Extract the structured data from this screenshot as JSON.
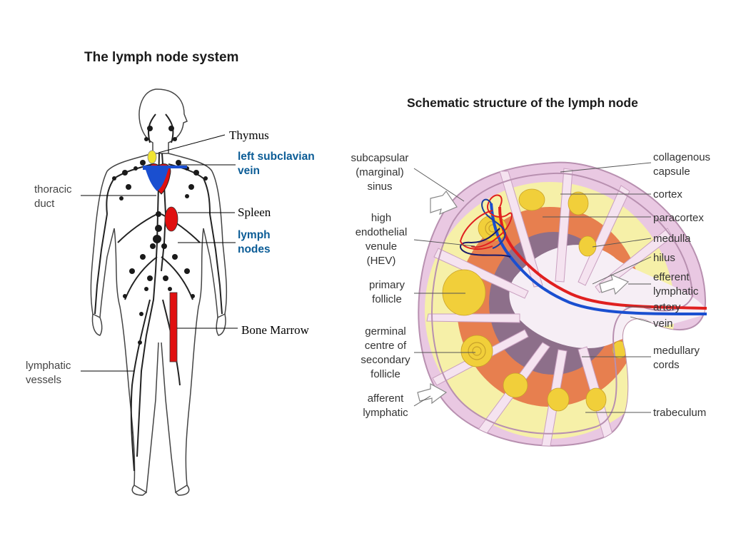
{
  "left_panel": {
    "title": "The lymph node system",
    "labels": {
      "thymus": "Thymus",
      "left_subclavian_vein": "left subclavian\nvein",
      "thoracic_duct": "thoracic\nduct",
      "spleen": "Spleen",
      "lymph_nodes": "lymph\nnodes",
      "bone_marrow": "Bone Marrow",
      "lymphatic_vessels": "lymphatic\nvessels"
    }
  },
  "right_panel": {
    "title": "Schematic structure of the lymph node",
    "labels_left": {
      "subcapsular_sinus": "subcapsular\n(marginal)\nsinus",
      "hev": "high\nendothelial\nvenule\n(HEV)",
      "primary_follicle": "primary\nfollicle",
      "germinal_centre": "germinal\ncentre of\nsecondary\nfollicle",
      "afferent_lymphatic": "afferent\nlymphatic"
    },
    "labels_right": {
      "collagenous_capsule": "collagenous\ncapsule",
      "cortex": "cortex",
      "paracortex": "paracortex",
      "medulla": "medulla",
      "hilus": "hilus",
      "efferent_lymphatic": "efferent\nlymphatic",
      "artery": "artery",
      "vein": "vein",
      "medullary_cords": "medullary\ncords",
      "trabeculum": "trabeculum"
    }
  },
  "colors": {
    "capsule": "#e9c8e2",
    "cortex": "#f6f0a8",
    "follicle": "#f1cf3a",
    "paracortex": "#e77f4f",
    "medulla": "#8d6f8a",
    "artery": "#e02020",
    "vein": "#1a4fd0",
    "thymus": "#f2e530",
    "spleen_marrow": "#e01010",
    "label_blue": "#0b5c96"
  }
}
